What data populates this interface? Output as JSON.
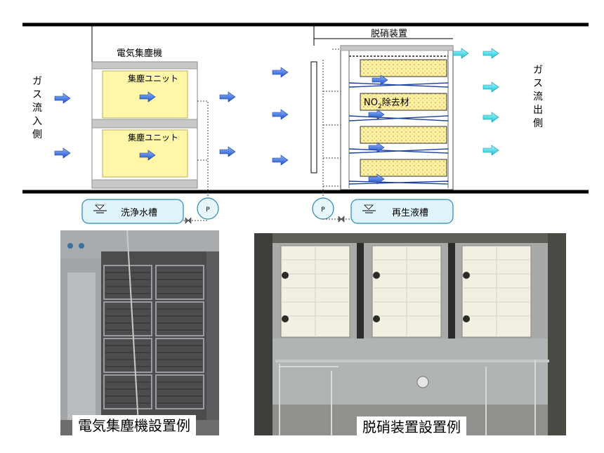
{
  "diagram": {
    "inlet_label": "ガス流入側",
    "outlet_label": "ガス流出側",
    "esp_title": "電気集塵機",
    "collector_unit_1": "集塵ユニット",
    "collector_unit_2": "集塵ユニット",
    "denox_title": "脱硝装置",
    "no2_prefix": "NO",
    "no2_sub": "2",
    "no2_suffix": "除去材",
    "wash_tank": "洗浄水槽",
    "regen_tank": "再生液槽",
    "pump_label_1": "P",
    "pump_label_2": "P",
    "colors": {
      "arrow_blue": "#2f6fd6",
      "arrow_cyan": "#33d6e0",
      "unit_yellow": "#fff6a8",
      "tank_fill": "#dff3fb"
    }
  },
  "photos": {
    "esp_caption": "電気集塵機設置例",
    "denox_caption": "脱硝装置設置例"
  }
}
